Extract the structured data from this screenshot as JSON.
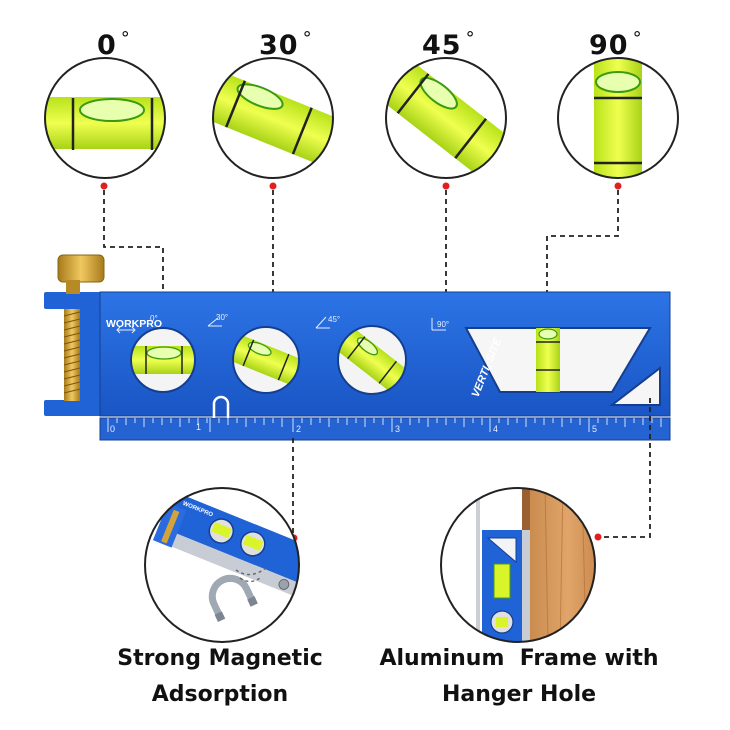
{
  "angles": [
    {
      "value": "0",
      "unit": "°"
    },
    {
      "value": "30",
      "unit": "°"
    },
    {
      "value": "45",
      "unit": "°"
    },
    {
      "value": "90",
      "unit": "°"
    }
  ],
  "level": {
    "brand": "WORKPRO",
    "brand_mark": "VERTI. SITE",
    "markings": [
      "0°",
      "30°",
      "45°",
      "90°"
    ],
    "ruler_numbers": [
      "0",
      "1",
      "2",
      "3",
      "4",
      "5"
    ]
  },
  "features": [
    {
      "lines": [
        "Strong Magnetic",
        "Adsorption"
      ]
    },
    {
      "lines": [
        "Aluminum  Frame with",
        "Hanger Hole"
      ]
    }
  ],
  "colors": {
    "body_blue": "#1f63d6",
    "vial_yellow": "#d9f52a",
    "brass": "#d4a43a",
    "callout_red": "#e02020"
  }
}
